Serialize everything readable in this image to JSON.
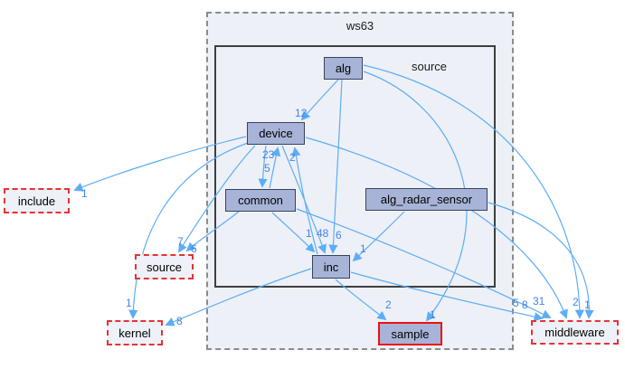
{
  "diagram": {
    "kind": "directory-dependency-graph",
    "clusters": [
      {
        "id": "ws63",
        "label": "ws63"
      },
      {
        "id": "source",
        "label": "source"
      }
    ],
    "nodes": [
      {
        "id": "alg",
        "label": "alg",
        "type": "internal"
      },
      {
        "id": "device",
        "label": "device",
        "type": "internal"
      },
      {
        "id": "common",
        "label": "common",
        "type": "internal"
      },
      {
        "id": "alg_radar_sensor",
        "label": "alg_radar_sensor",
        "type": "internal"
      },
      {
        "id": "inc",
        "label": "inc",
        "type": "internal"
      },
      {
        "id": "include",
        "label": "include",
        "type": "external"
      },
      {
        "id": "source_ext",
        "label": "source",
        "type": "external"
      },
      {
        "id": "kernel",
        "label": "kernel",
        "type": "external"
      },
      {
        "id": "sample",
        "label": "sample",
        "type": "highlighted"
      },
      {
        "id": "middleware",
        "label": "middleware",
        "type": "external"
      }
    ],
    "edges": [
      {
        "from": "alg",
        "to": "device",
        "label": "12"
      },
      {
        "from": "alg",
        "to": "inc",
        "label": "6"
      },
      {
        "from": "device",
        "to": "include",
        "label": "1"
      },
      {
        "from": "device",
        "to": "source_ext",
        "label": "7"
      },
      {
        "from": "common",
        "to": "source_ext",
        "label": "6"
      },
      {
        "from": "device",
        "to": "kernel",
        "label": "1"
      },
      {
        "from": "inc",
        "to": "kernel",
        "label": "8"
      },
      {
        "from": "device",
        "to": "common",
        "label": "23"
      },
      {
        "from": "common",
        "to": "device",
        "label": "5"
      },
      {
        "from": "inc",
        "to": "device",
        "label": "2"
      },
      {
        "from": "device",
        "to": "inc",
        "label": "48"
      },
      {
        "from": "common",
        "to": "inc",
        "label": "1"
      },
      {
        "from": "alg_radar_sensor",
        "to": "inc",
        "label": "1"
      },
      {
        "from": "inc",
        "to": "sample",
        "label": "2"
      },
      {
        "from": "alg",
        "to": "sample",
        "label": "1"
      },
      {
        "from": "inc",
        "to": "middleware",
        "label": "5"
      },
      {
        "from": "common",
        "to": "middleware",
        "label": "8"
      },
      {
        "from": "device",
        "to": "middleware",
        "label": "31"
      },
      {
        "from": "alg",
        "to": "middleware",
        "label": "2"
      },
      {
        "from": "alg_radar_sensor",
        "to": "middleware",
        "label": "1"
      }
    ],
    "colors": {
      "edge": "#5cadf5",
      "edge_label": "#4285e8",
      "node_fill": "#a7b4d7",
      "node_border": "#39415e",
      "external_border": "#e53333",
      "highlight_border": "#ee1111",
      "cluster_fill": "#edf0f7",
      "inner_cluster_border": "#3f3f3f",
      "outer_cluster_border": "#8b8b8b"
    }
  }
}
